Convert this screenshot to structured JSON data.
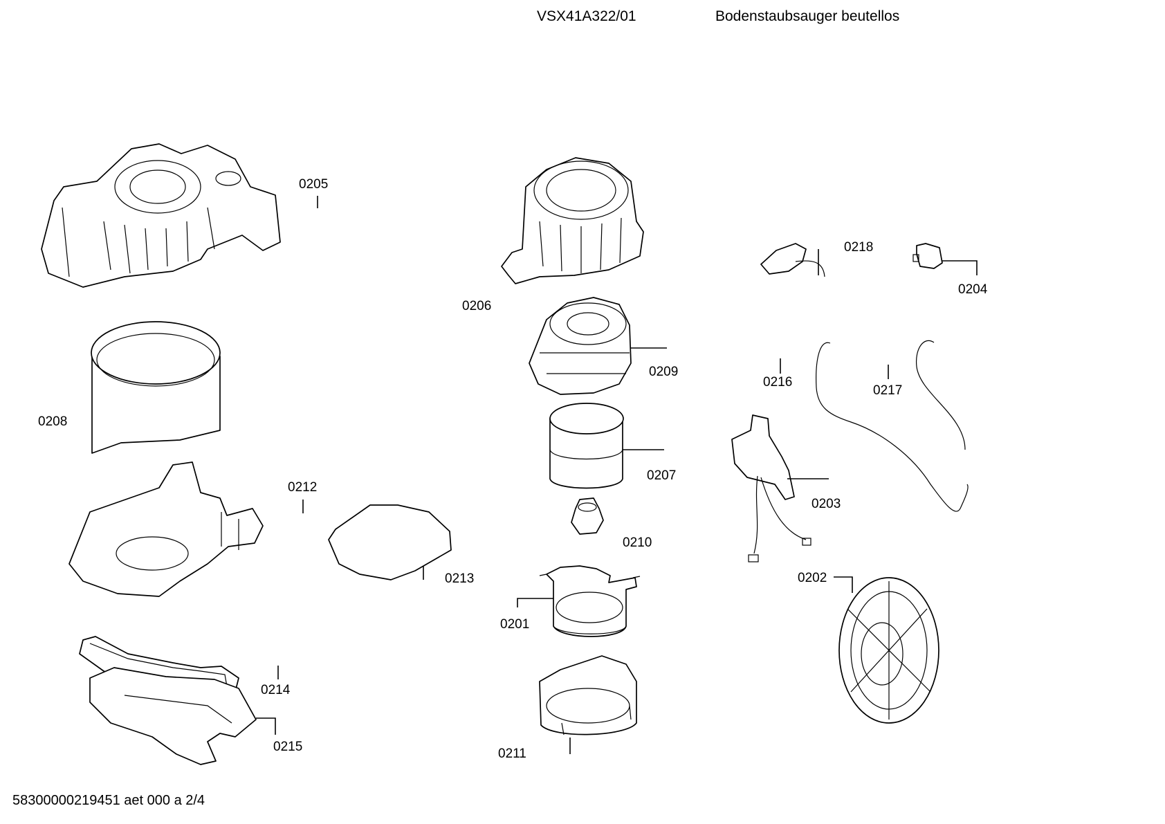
{
  "header": {
    "model": "VSX41A322/01",
    "description": "Bodenstaubsauger beutellos"
  },
  "footer": "58300000219451 aet 000 a 2/4",
  "parts": [
    {
      "id": "p0205",
      "number": "0205"
    },
    {
      "id": "p0206",
      "number": "0206"
    },
    {
      "id": "p0218",
      "number": "0218"
    },
    {
      "id": "p0204",
      "number": "0204"
    },
    {
      "id": "p0209",
      "number": "0209"
    },
    {
      "id": "p0208",
      "number": "0208"
    },
    {
      "id": "p0216",
      "number": "0216"
    },
    {
      "id": "p0217",
      "number": "0217"
    },
    {
      "id": "p0207",
      "number": "0207"
    },
    {
      "id": "p0212",
      "number": "0212"
    },
    {
      "id": "p0203",
      "number": "0203"
    },
    {
      "id": "p0210",
      "number": "0210"
    },
    {
      "id": "p0213",
      "number": "0213"
    },
    {
      "id": "p0202",
      "number": "0202"
    },
    {
      "id": "p0201",
      "number": "0201"
    },
    {
      "id": "p0214",
      "number": "0214"
    },
    {
      "id": "p0215",
      "number": "0215"
    },
    {
      "id": "p0211",
      "number": "0211"
    }
  ]
}
